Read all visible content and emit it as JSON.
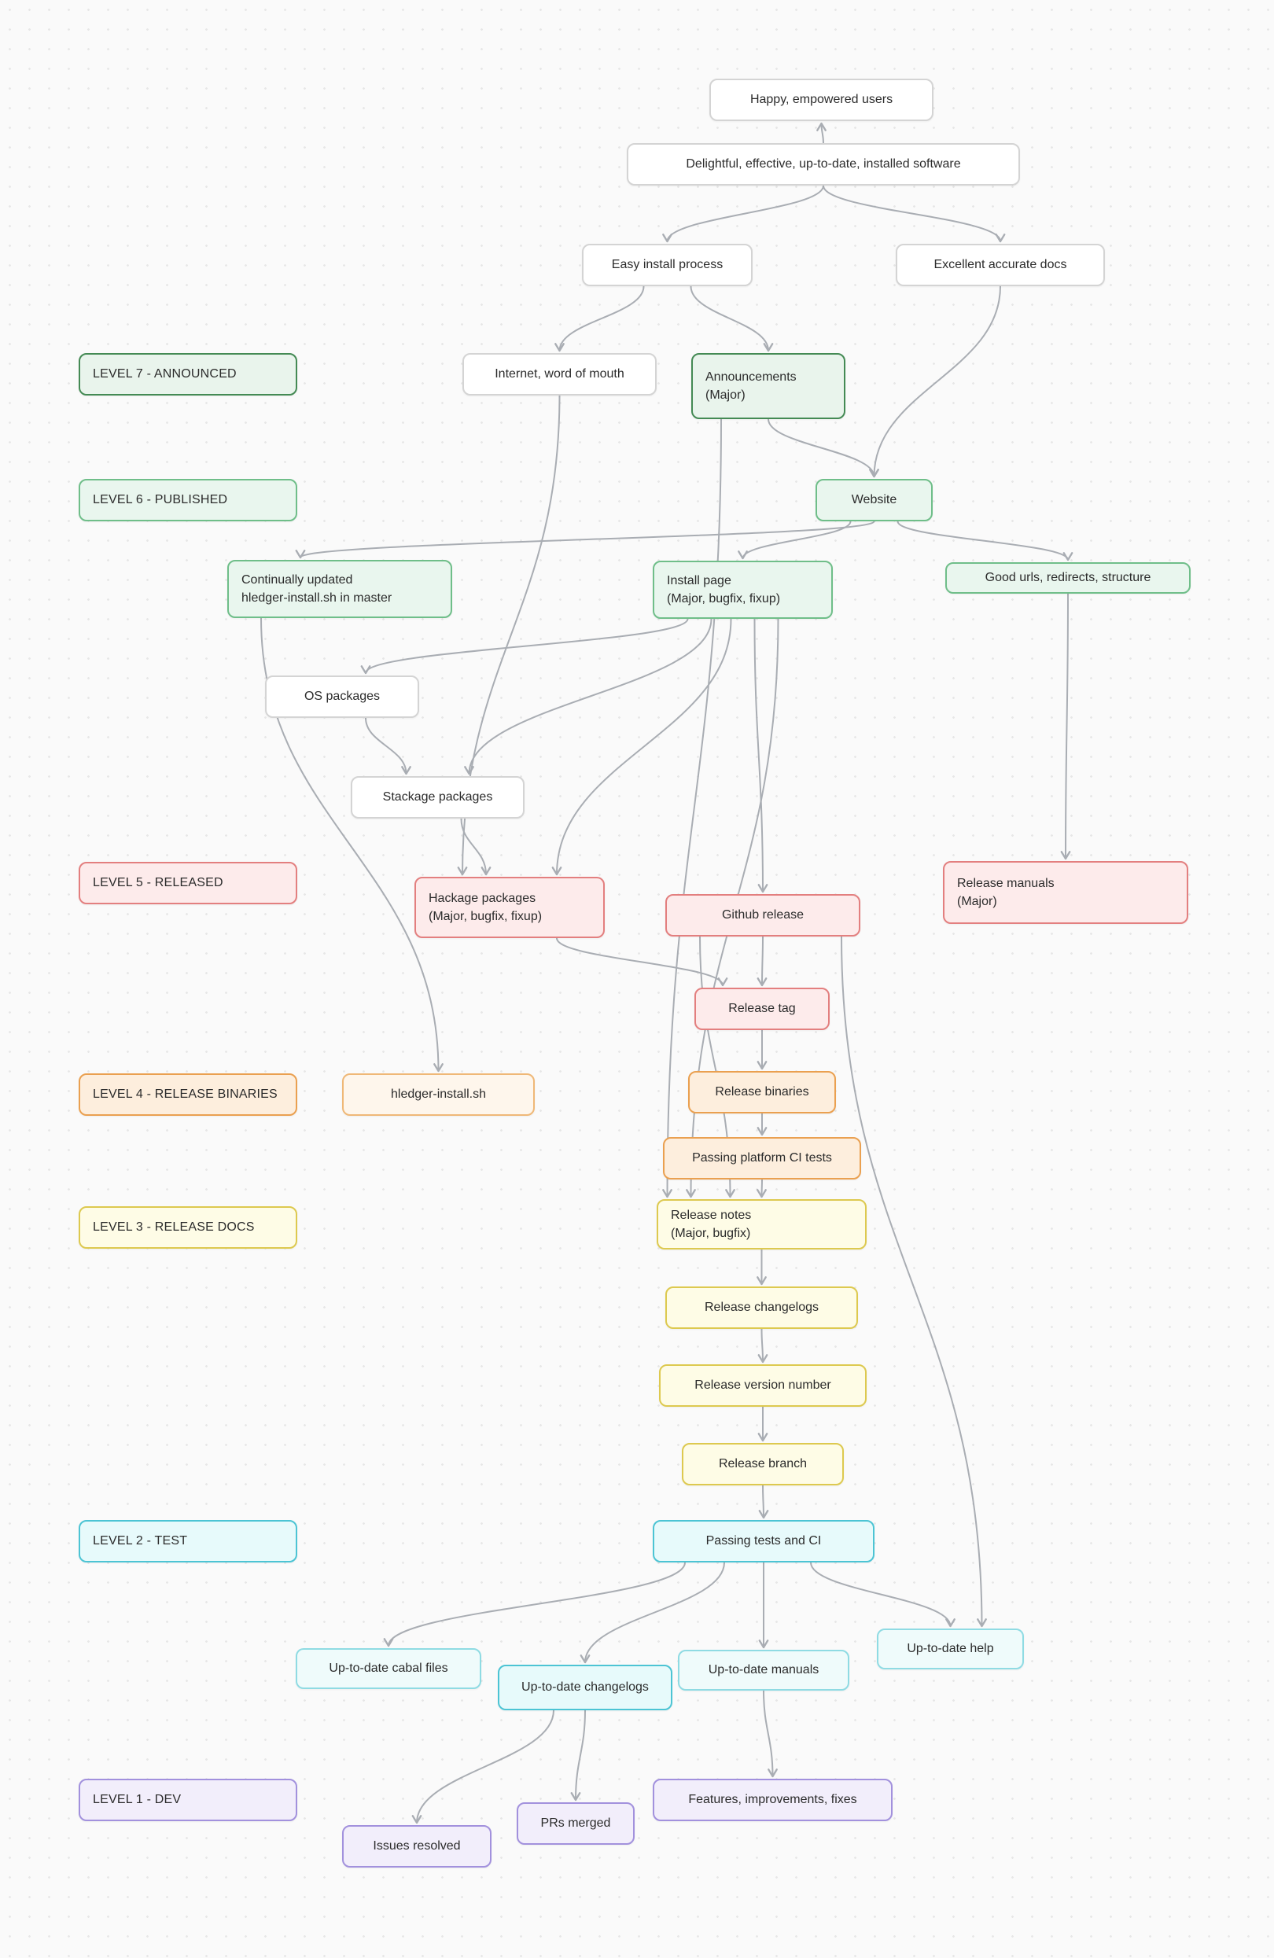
{
  "colors": {
    "background": "#fafafa",
    "dot_grid": "#e7e7e7",
    "edge": "#a9adb3",
    "announced_green_border": "#448a54",
    "published_green_border": "#6fbe89",
    "released_red_border": "#e37f7f",
    "binaries_orange_border": "#eaa050",
    "docs_yellow_border": "#ddc94f",
    "test_cyan_border": "#4cc4d4",
    "dev_purple_border": "#a291dd"
  },
  "levels": [
    {
      "id": "level-7",
      "label": "LEVEL 7 - ANNOUNCED"
    },
    {
      "id": "level-6",
      "label": "LEVEL 6 - PUBLISHED"
    },
    {
      "id": "level-5",
      "label": "LEVEL 5 - RELEASED"
    },
    {
      "id": "level-4",
      "label": "LEVEL 4 - RELEASE BINARIES"
    },
    {
      "id": "level-3",
      "label": "LEVEL 3 - RELEASE DOCS"
    },
    {
      "id": "level-2",
      "label": "LEVEL 2 - TEST"
    },
    {
      "id": "level-1",
      "label": "LEVEL 1 - DEV"
    }
  ],
  "nodes": [
    {
      "id": "happy",
      "label": "Happy, empowered users"
    },
    {
      "id": "delightful",
      "label": "Delightful, effective, up-to-date, installed software"
    },
    {
      "id": "easy-install",
      "label": "Easy install process"
    },
    {
      "id": "excellent-docs",
      "label": "Excellent accurate docs"
    },
    {
      "id": "internet-wom",
      "label": "Internet, word of mouth"
    },
    {
      "id": "announcements",
      "label": "Announcements\n(Major)"
    },
    {
      "id": "website",
      "label": "Website"
    },
    {
      "id": "continually-updated",
      "label": "Continually updated\nhledger-install.sh in master"
    },
    {
      "id": "install-page",
      "label": "Install page\n(Major, bugfix, fixup)"
    },
    {
      "id": "good-urls",
      "label": "Good urls, redirects, structure"
    },
    {
      "id": "os-packages",
      "label": "OS packages"
    },
    {
      "id": "stackage",
      "label": "Stackage packages"
    },
    {
      "id": "hackage",
      "label": "Hackage packages\n(Major, bugfix, fixup)"
    },
    {
      "id": "github-release",
      "label": "Github release"
    },
    {
      "id": "release-manuals",
      "label": "Release manuals\n(Major)"
    },
    {
      "id": "release-tag",
      "label": "Release tag"
    },
    {
      "id": "hledger-install-sh",
      "label": "hledger-install.sh"
    },
    {
      "id": "release-binaries",
      "label": "Release binaries"
    },
    {
      "id": "passing-platform-ci",
      "label": "Passing platform CI tests"
    },
    {
      "id": "release-notes",
      "label": "Release notes\n(Major, bugfix)"
    },
    {
      "id": "release-changelogs",
      "label": "Release changelogs"
    },
    {
      "id": "release-version",
      "label": "Release version number"
    },
    {
      "id": "release-branch",
      "label": "Release branch"
    },
    {
      "id": "passing-tests-ci",
      "label": "Passing tests and CI"
    },
    {
      "id": "utd-cabal",
      "label": "Up-to-date cabal files"
    },
    {
      "id": "utd-changelogs",
      "label": "Up-to-date changelogs"
    },
    {
      "id": "utd-manuals",
      "label": "Up-to-date manuals"
    },
    {
      "id": "utd-help",
      "label": "Up-to-date help"
    },
    {
      "id": "features",
      "label": "Features, improvements, fixes"
    },
    {
      "id": "prs-merged",
      "label": "PRs merged"
    },
    {
      "id": "issues-resolved",
      "label": "Issues resolved"
    }
  ],
  "edges": [
    {
      "from": "delightful",
      "to": "happy"
    },
    {
      "from": "delightful",
      "to": "easy-install"
    },
    {
      "from": "delightful",
      "to": "excellent-docs"
    },
    {
      "from": "easy-install",
      "to": "internet-wom",
      "so": -30
    },
    {
      "from": "easy-install",
      "to": "announcements",
      "so": 30
    },
    {
      "from": "excellent-docs",
      "to": "website"
    },
    {
      "from": "announcements",
      "to": "website"
    },
    {
      "from": "website",
      "to": "install-page",
      "so": -30
    },
    {
      "from": "website",
      "to": "good-urls",
      "so": 30
    },
    {
      "from": "website",
      "to": "continually-updated",
      "eo": -50
    },
    {
      "from": "good-urls",
      "to": "release-manuals"
    },
    {
      "from": "internet-wom",
      "to": "hackage",
      "eo": -60
    },
    {
      "from": "continually-updated",
      "to": "hledger-install-sh",
      "so": -100
    },
    {
      "from": "install-page",
      "to": "os-packages",
      "so": -70,
      "eo": 30
    },
    {
      "from": "install-page",
      "to": "stackage",
      "so": -40,
      "eo": 40
    },
    {
      "from": "install-page",
      "to": "hackage",
      "so": -15,
      "eo": 60
    },
    {
      "from": "install-page",
      "to": "github-release",
      "so": 15
    },
    {
      "from": "install-page",
      "to": "release-notes",
      "so": 45,
      "eo": -90
    },
    {
      "from": "os-packages",
      "to": "stackage",
      "so": 30,
      "eo": -40
    },
    {
      "from": "stackage",
      "to": "hackage",
      "so": 30,
      "eo": -30
    },
    {
      "from": "github-release",
      "to": "release-tag"
    },
    {
      "from": "github-release",
      "to": "release-notes",
      "so": -80,
      "eo": -40
    },
    {
      "from": "announcements",
      "to": "release-notes",
      "so": -60,
      "eo": -120
    },
    {
      "from": "hackage",
      "to": "release-tag",
      "so": 60,
      "eo": -50
    },
    {
      "from": "release-tag",
      "to": "release-binaries"
    },
    {
      "from": "release-binaries",
      "to": "passing-platform-ci"
    },
    {
      "from": "passing-platform-ci",
      "to": "release-notes"
    },
    {
      "from": "release-notes",
      "to": "release-changelogs"
    },
    {
      "from": "release-changelogs",
      "to": "release-version"
    },
    {
      "from": "release-version",
      "to": "release-branch"
    },
    {
      "from": "release-branch",
      "to": "passing-tests-ci"
    },
    {
      "from": "passing-tests-ci",
      "to": "utd-cabal",
      "so": -100
    },
    {
      "from": "passing-tests-ci",
      "to": "utd-changelogs",
      "so": -50
    },
    {
      "from": "passing-tests-ci",
      "to": "utd-manuals"
    },
    {
      "from": "passing-tests-ci",
      "to": "utd-help",
      "so": 60
    },
    {
      "from": "github-release",
      "to": "utd-help",
      "so": 100,
      "eo": 40
    },
    {
      "from": "utd-manuals",
      "to": "features"
    },
    {
      "from": "utd-changelogs",
      "to": "prs-merged"
    },
    {
      "from": "utd-changelogs",
      "to": "issues-resolved",
      "so": -40
    }
  ]
}
